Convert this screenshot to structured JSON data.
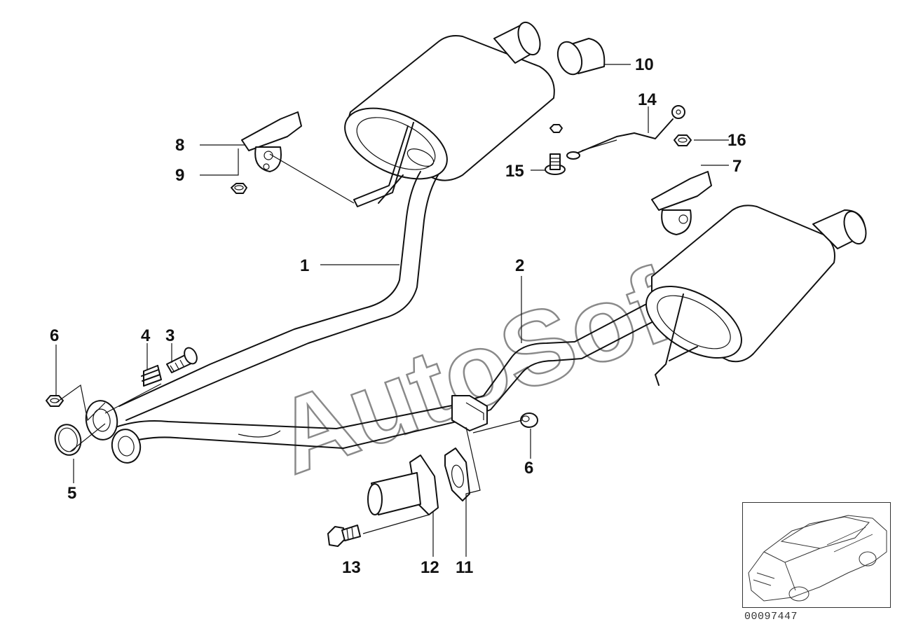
{
  "diagram": {
    "watermark": "AutoSoft",
    "diagram_id": "00097447",
    "callouts": {
      "c1": "1",
      "c2": "2",
      "c3": "3",
      "c4": "4",
      "c5": "5",
      "c6a": "6",
      "c6b": "6",
      "c7": "7",
      "c8": "8",
      "c9": "9",
      "c10": "10",
      "c11": "11",
      "c12": "12",
      "c13": "13",
      "c14": "14",
      "c15": "15",
      "c16": "16"
    },
    "icons": [
      "muffler-left",
      "muffler-right",
      "hanger-bracket",
      "tailpipe-tip",
      "ground-strap",
      "nut",
      "bolt",
      "spring",
      "gasket",
      "pipe-adapter",
      "vehicle-silhouette"
    ]
  }
}
